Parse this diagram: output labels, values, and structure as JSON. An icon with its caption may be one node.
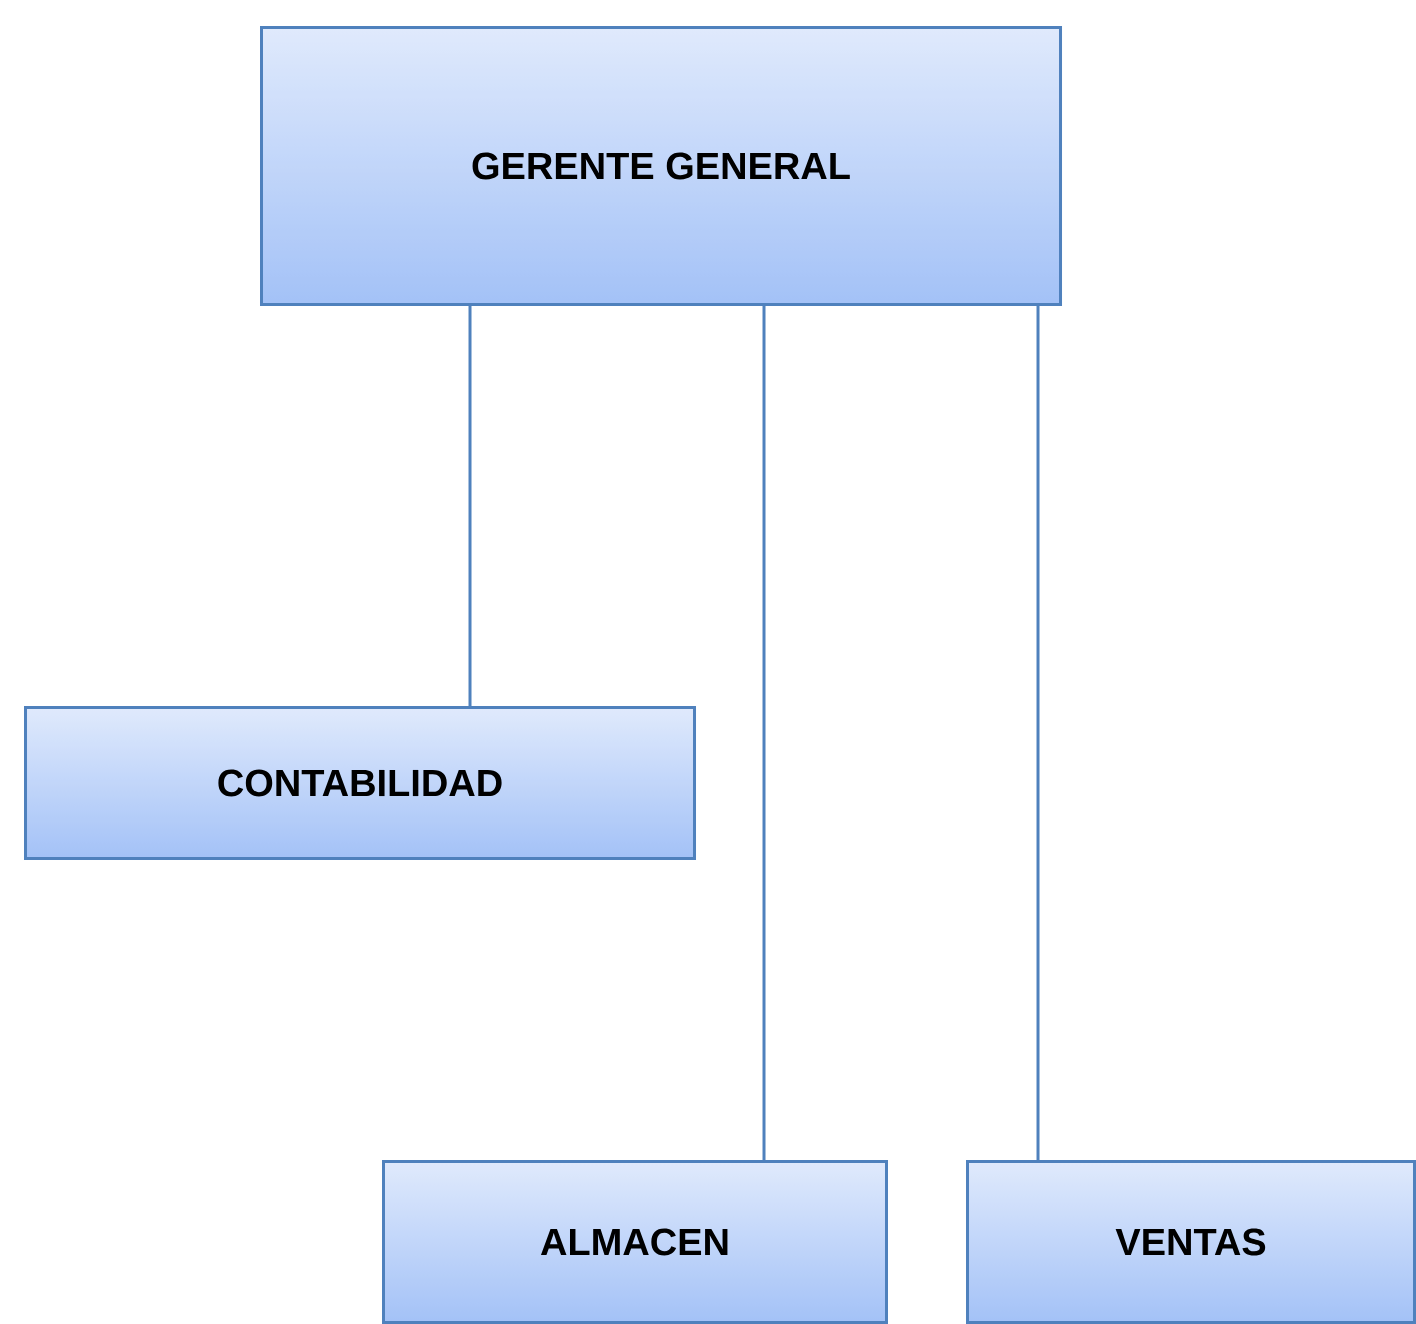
{
  "diagram": {
    "nodes": [
      {
        "text": [
          "GERENTE GENERAL"
        ]
      },
      {
        "text": [
          "CONTABILIDAD"
        ]
      },
      {
        "text": [
          "ALMACEN"
        ]
      },
      {
        "text": [
          "VENTAS"
        ]
      }
    ],
    "edges": [
      {
        "from": 0,
        "to": 1,
        "arrow": "none"
      },
      {
        "from": 0,
        "to": 2,
        "arrow": "none"
      },
      {
        "from": 0,
        "to": 3,
        "arrow": "none"
      }
    ]
  }
}
